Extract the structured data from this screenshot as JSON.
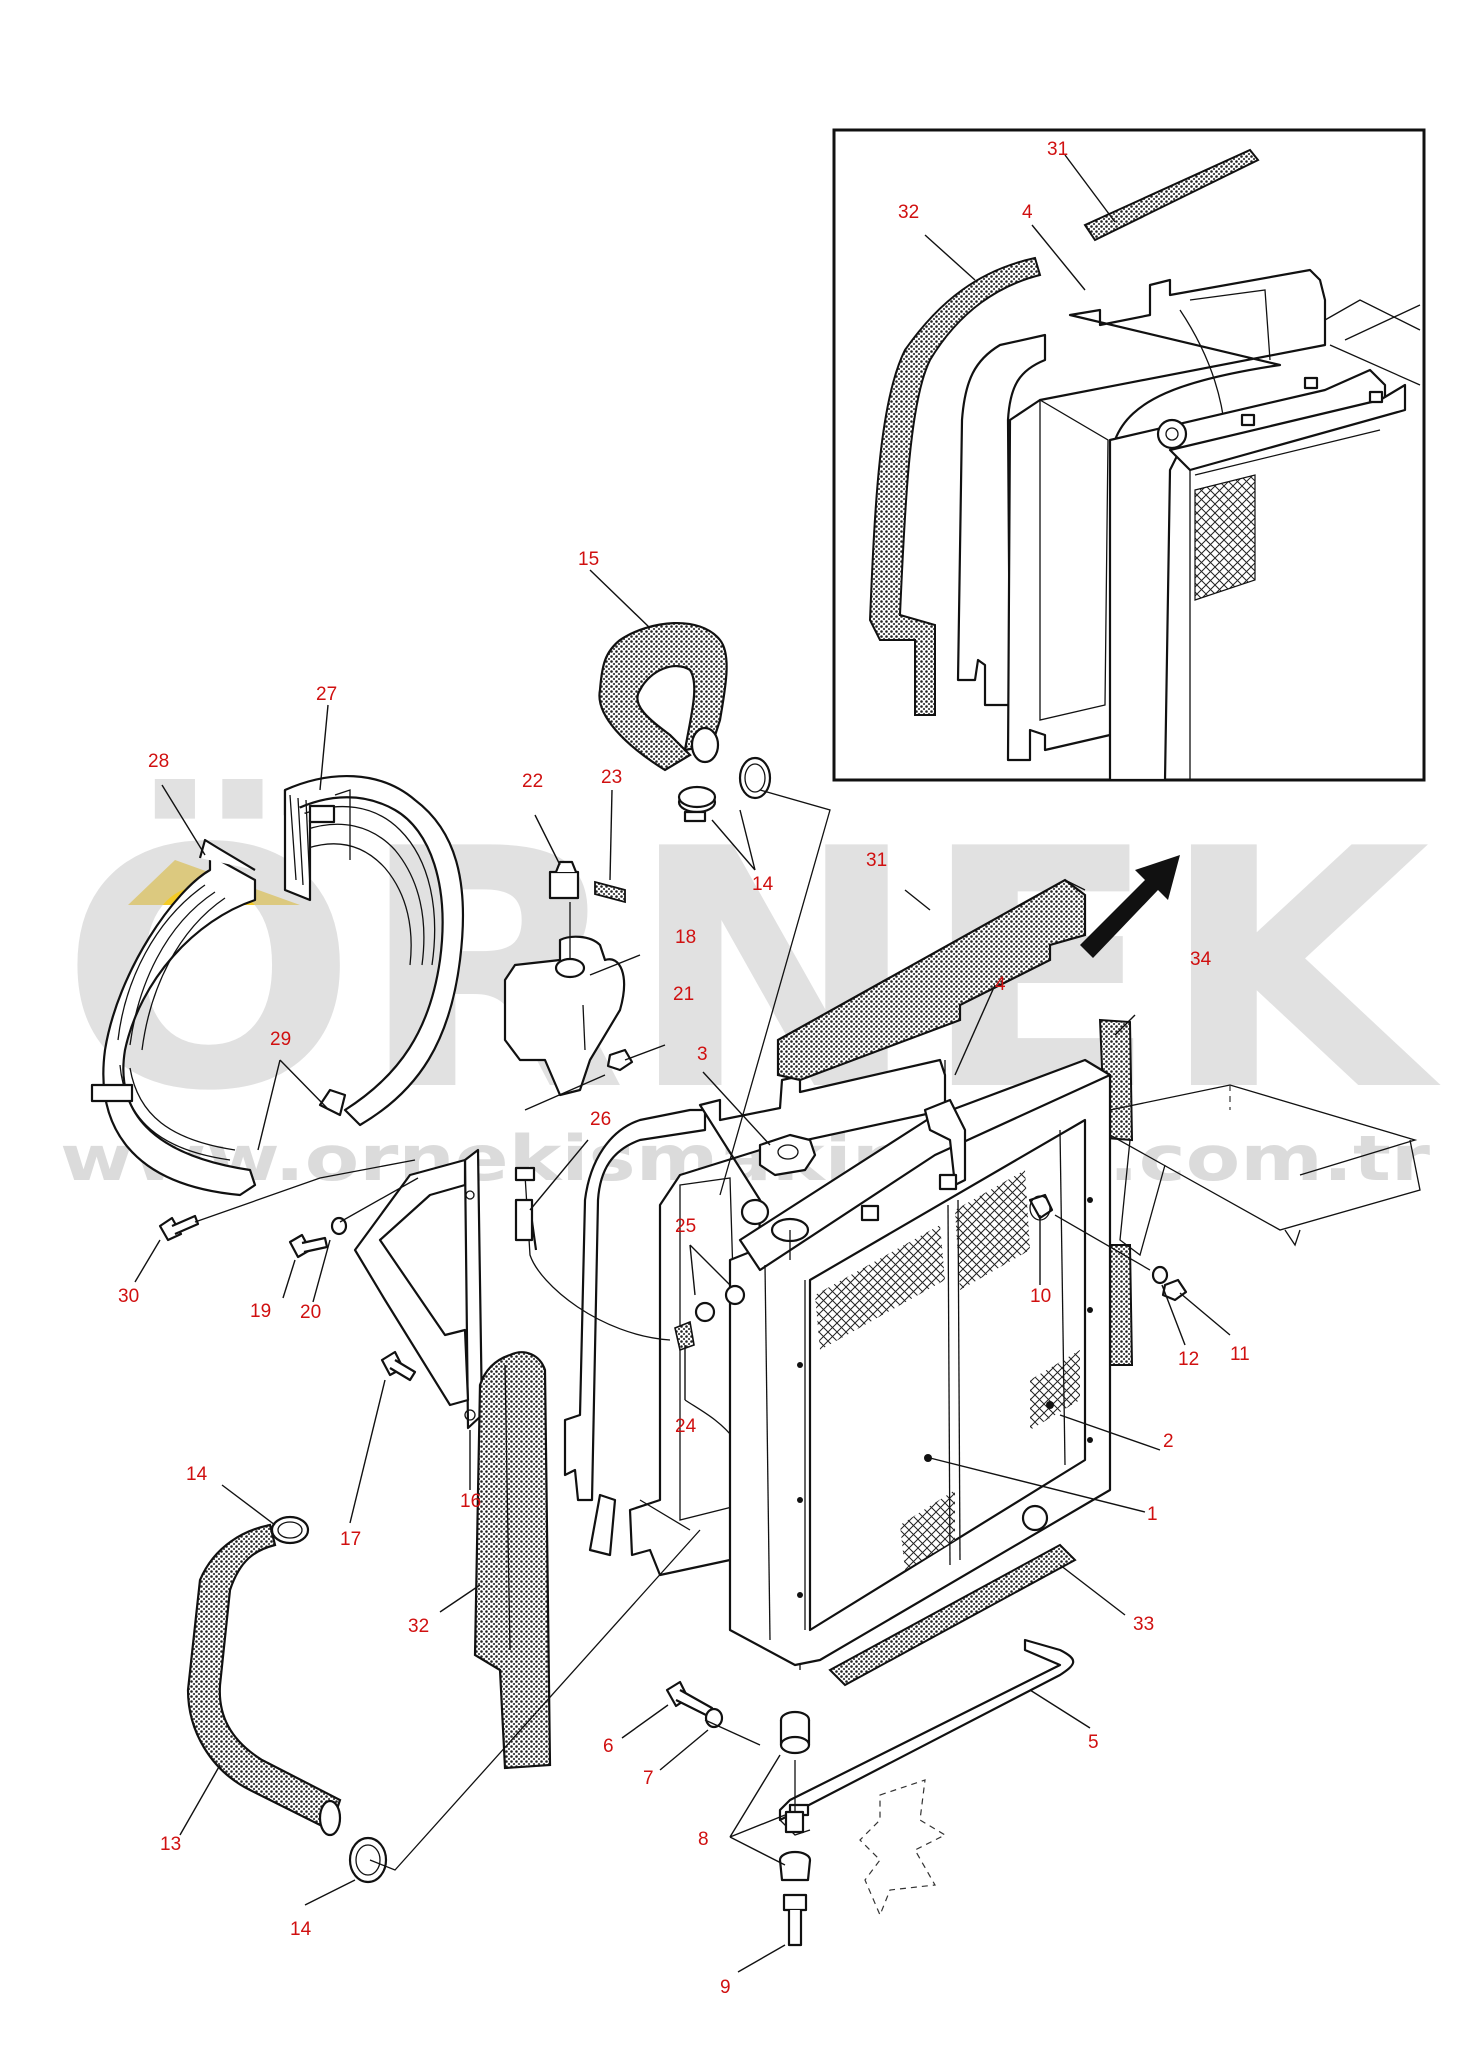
{
  "watermark": {
    "brand": "ÖRNEK",
    "url": "www.ornekismakinalari.com.tr",
    "color": "#c9c9c9",
    "accent": "#f2c200"
  },
  "callout_color": "#d01010",
  "callouts": {
    "c1": "1",
    "c2": "2",
    "c3": "3",
    "c4": "4",
    "c4_inset": "4",
    "c5": "5",
    "c6": "6",
    "c7": "7",
    "c8": "8",
    "c9": "9",
    "c10": "10",
    "c11": "11",
    "c12": "12",
    "c13": "13",
    "c14_top": "14",
    "c14_left": "14",
    "c14_bottom": "14",
    "c15": "15",
    "c16": "16",
    "c17": "17",
    "c18": "18",
    "c19": "19",
    "c20": "20",
    "c21": "21",
    "c22": "22",
    "c23": "23",
    "c24": "24",
    "c25": "25",
    "c26": "26",
    "c27": "27",
    "c28": "28",
    "c29": "29",
    "c30": "30",
    "c31": "31",
    "c31_inset": "31",
    "c32": "32",
    "c32_inset": "32",
    "c33": "33",
    "c34": "34"
  },
  "icons": {
    "direction": "arrow-up-right-icon"
  }
}
